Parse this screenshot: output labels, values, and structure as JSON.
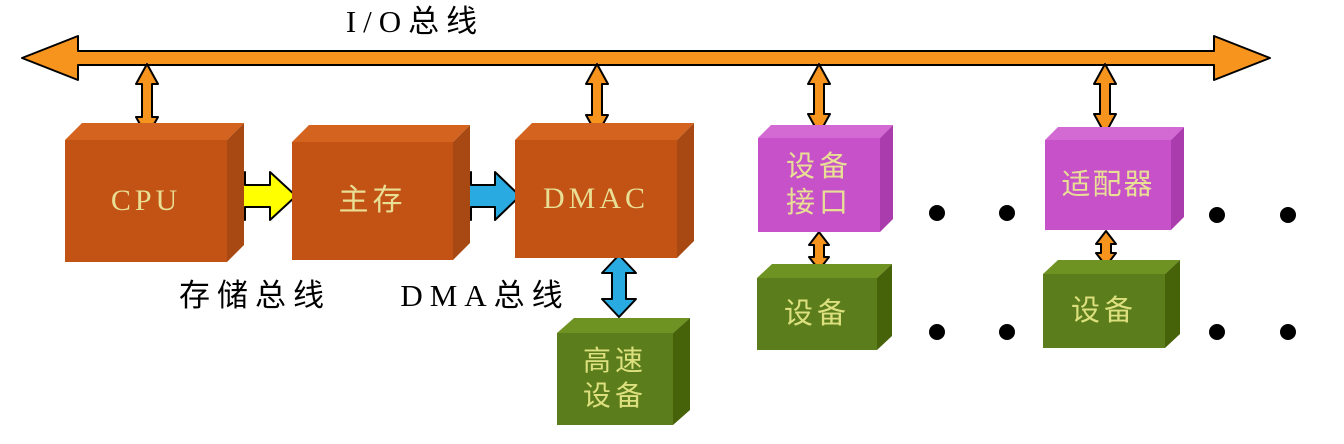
{
  "diagram": {
    "io_bus_label": "I/O总线",
    "storage_bus_label": "存储总线",
    "dma_bus_label": "DMA总线",
    "nodes": {
      "cpu": "CPU",
      "main_memory": "主存",
      "dmac": "DMAC",
      "device_interface": {
        "line1": "设备",
        "line2": "接口"
      },
      "adapter": "适配器",
      "device1": "设备",
      "device2": "设备",
      "high_speed_device": {
        "line1": "高速",
        "line2": "设备"
      }
    }
  },
  "colors": {
    "background": "#FFFFFF",
    "bus_orange": "#F7941E",
    "arrow_outline": "#000000",
    "box_orange_front": "#C35315",
    "box_orange_top": "#D4631F",
    "box_orange_side": "#A84812",
    "box_purple_front": "#C751C9",
    "box_purple_top": "#D369D3",
    "box_purple_side": "#AB3CAE",
    "box_green_front": "#5B7D1B",
    "box_green_top": "#6F9322",
    "box_green_side": "#476309",
    "arrow_yellow": "#FFFF00",
    "arrow_blue": "#29ABE2",
    "box_label_text": "#E8DF95",
    "green_box_label_text": "#DDE07E",
    "label_text": "#000000",
    "dot": "#000000"
  }
}
